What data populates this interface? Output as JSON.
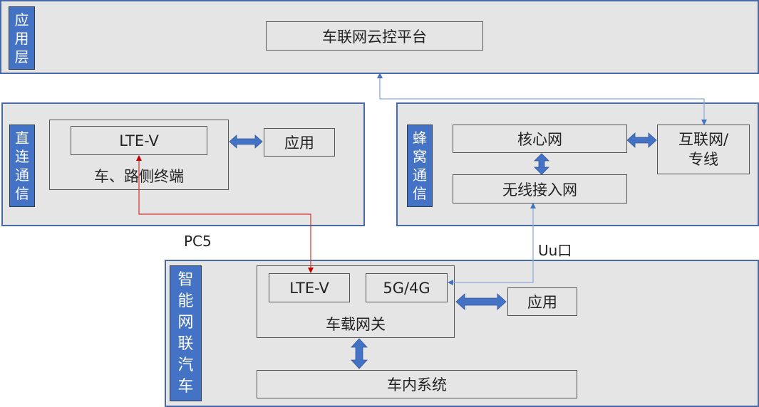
{
  "application_layer": {
    "label_chars": [
      "应",
      "用",
      "层"
    ],
    "platform": "车联网云控平台"
  },
  "direct_comm": {
    "label_chars": [
      "直",
      "连",
      "通",
      "信"
    ],
    "module": "LTE-V",
    "terminal": "车、路侧终端",
    "app": "应用"
  },
  "cellular_comm": {
    "label_chars": [
      "蜂",
      "窝",
      "通",
      "信"
    ],
    "core_network": "核心网",
    "radio_access": "无线接入网",
    "internet_line1": "互联网/",
    "internet_line2": "专线"
  },
  "interfaces": {
    "pc5": "PC5",
    "uu": "Uu口"
  },
  "vehicle": {
    "label_chars": [
      "智",
      "能",
      "网",
      "联",
      "汽",
      "车"
    ],
    "lte_v": "LTE-V",
    "cellular": "5G/4G",
    "gateway": "车载网关",
    "app": "应用",
    "in_vehicle_system": "车内系统"
  },
  "colors": {
    "panel_fill": "#e5e5e5",
    "panel_border": "#4a6aa6",
    "label_fill": "#4472c4",
    "block_arrow": "#4472c4",
    "pc5_link": "#d9302c",
    "uu_link": "#8eaadb"
  }
}
